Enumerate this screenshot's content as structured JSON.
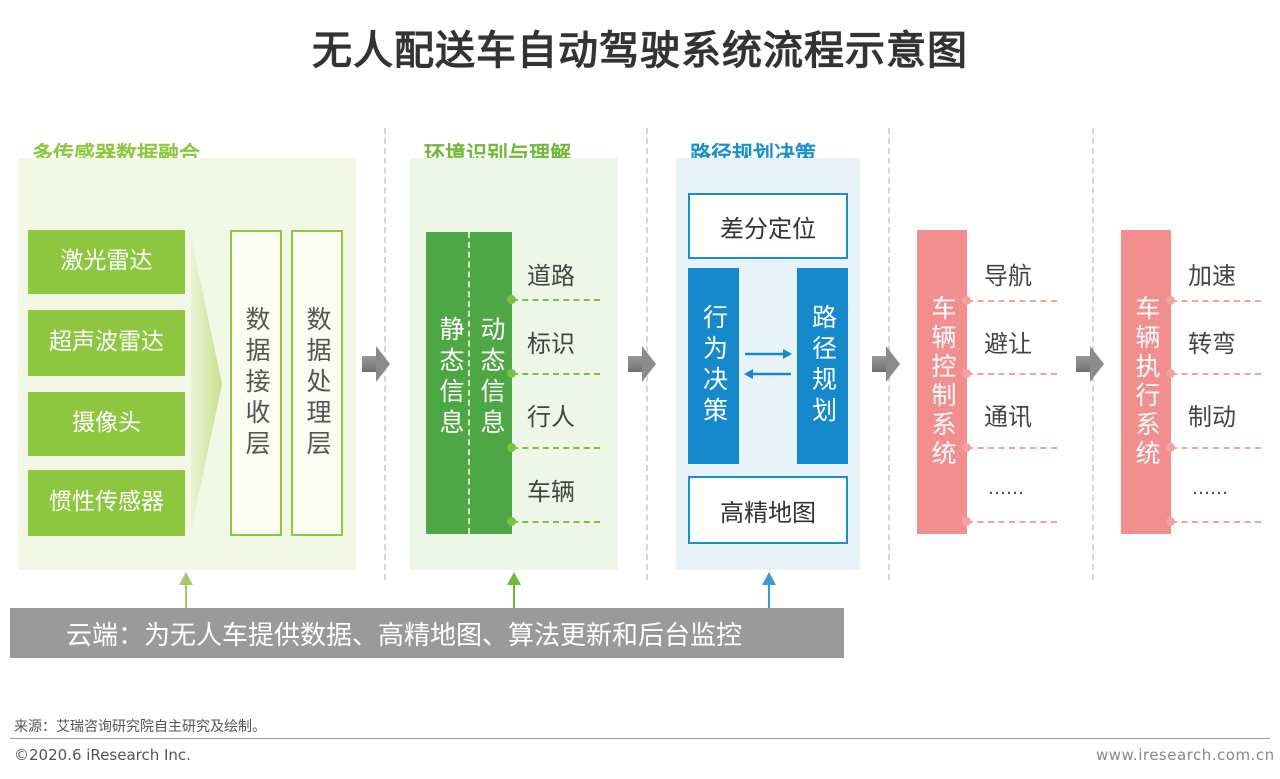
{
  "title": "无人配送车自动驾驶系统流程示意图",
  "sections": {
    "fusion": {
      "title": "多传感器数据融合",
      "sensors": [
        "激光雷达",
        "超声波雷达",
        "摄像头",
        "惯性传感器"
      ],
      "layers": [
        "数据接收层",
        "数据处理层"
      ]
    },
    "environment": {
      "title": "环境识别与理解",
      "static_info": "静态信息",
      "dynamic_info": "动态信息",
      "items": [
        "道路",
        "标识",
        "行人",
        "车辆"
      ]
    },
    "planning": {
      "title": "路径规划决策",
      "differential": "差分定位",
      "behavior": "行为决策",
      "path": "路径规划",
      "hd_map": "高精地图"
    },
    "control": {
      "bar": "车辆控制系统",
      "items": [
        "导航",
        "避让",
        "通讯",
        "……"
      ]
    },
    "execution": {
      "bar": "车辆执行系统",
      "items": [
        "加速",
        "转弯",
        "制动",
        "……"
      ]
    }
  },
  "cloud": "云端：为无人车提供数据、高精地图、算法更新和后台监控",
  "footer": {
    "source": "来源：艾瑞咨询研究院自主研究及绘制。",
    "copyright": "©2020.6 iResearch Inc.",
    "url": "www.iresearch.com.cn"
  },
  "colors": {
    "sensor_green": "#8dc63f",
    "info_green": "#4ea745",
    "planning_blue": "#1589cc",
    "control_pink": "#f28e8e",
    "cloud_gray": "#9a9a9a"
  }
}
